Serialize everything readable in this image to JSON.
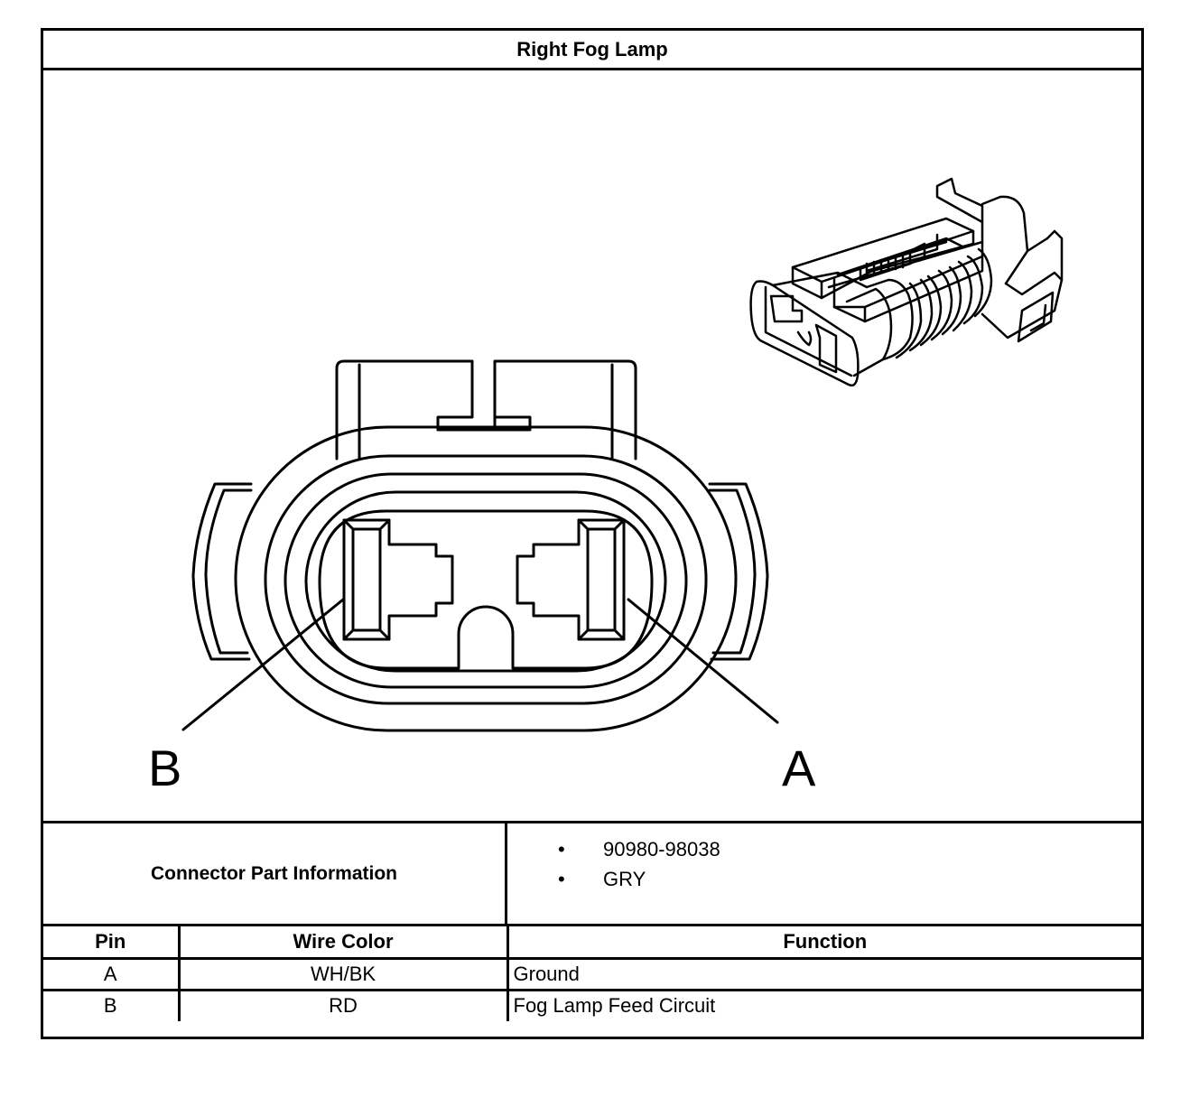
{
  "title": "Right Fog Lamp",
  "diagram": {
    "pin_label_b": "B",
    "pin_label_a": "A"
  },
  "part_info": {
    "label": "Connector Part Information",
    "items": [
      "90980-98038",
      "GRY"
    ],
    "bullet": "•"
  },
  "pin_table": {
    "headers": [
      "Pin",
      "Wire Color",
      "Function"
    ],
    "rows": [
      {
        "pin": "A",
        "wire_color": "WH/BK",
        "function": "Ground"
      },
      {
        "pin": "B",
        "wire_color": "RD",
        "function": "Fog Lamp Feed Circuit"
      }
    ]
  }
}
